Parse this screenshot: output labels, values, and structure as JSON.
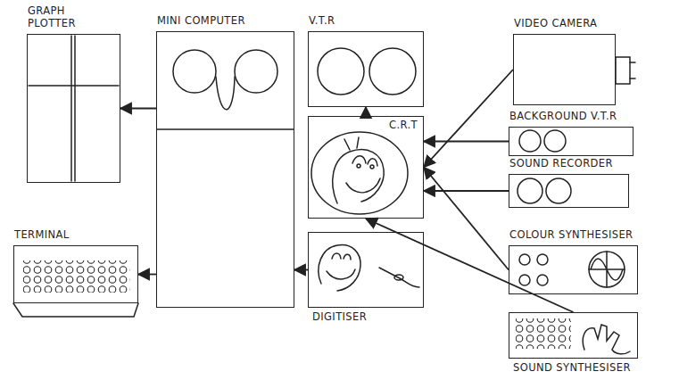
{
  "diagram": {
    "nodes": [
      {
        "text": [
          "GRAPH PLOTTER"
        ]
      },
      {
        "text": [
          "MINI COMPUTER"
        ]
      },
      {
        "text": [
          "V.T.R"
        ]
      },
      {
        "text": [
          "C.R.T"
        ]
      },
      {
        "text": [
          "DIGITISER"
        ]
      },
      {
        "text": [
          "TERMINAL"
        ]
      },
      {
        "text": [
          "VIDEO CAMERA"
        ]
      },
      {
        "text": [
          "BACKGROUND V.T.R"
        ]
      },
      {
        "text": [
          "SOUND RECORDER"
        ]
      },
      {
        "text": [
          "COLOUR SYNTHESISER"
        ]
      },
      {
        "text": [
          "SOUND SYNTHESISER"
        ]
      }
    ],
    "edges": [
      {
        "from": 1,
        "to": 0,
        "arrow": "to"
      },
      {
        "from": 1,
        "to": 5,
        "arrow": "to"
      },
      {
        "from": 4,
        "to": 1,
        "arrow": "to"
      },
      {
        "from": 3,
        "to": 2,
        "arrow": "to"
      },
      {
        "from": 6,
        "to": 3,
        "arrow": "to"
      },
      {
        "from": 7,
        "to": 3,
        "arrow": "to"
      },
      {
        "from": 8,
        "to": 3,
        "arrow": "to"
      },
      {
        "from": 9,
        "to": 3,
        "arrow": "to"
      },
      {
        "from": 10,
        "to": 3,
        "arrow": "to"
      }
    ]
  }
}
